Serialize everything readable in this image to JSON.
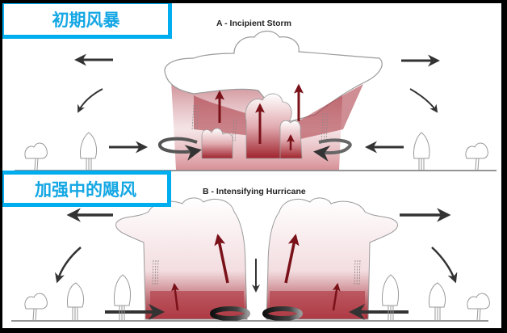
{
  "labels": {
    "panel_a_tag": "初期风暴",
    "panel_b_tag": "加强中的飓风",
    "panel_a_title": "A - Incipient Storm",
    "panel_b_title": "B - Intensifying Hurricane"
  },
  "colors": {
    "tag_border": "#00aeef",
    "tag_text": "#14a7e4",
    "storm_red": "#8b1a1f",
    "arrow_dark": "#333333",
    "outline_gray": "#9a9a9a"
  },
  "diagram": {
    "panels": [
      {
        "id": "A",
        "name": "Incipient Storm",
        "elements": [
          "anvil-cloud",
          "updraft-arrows",
          "rain-streaks",
          "rotating-inflow",
          "outflow-arrows",
          "trees",
          "ground-line"
        ]
      },
      {
        "id": "B",
        "name": "Intensifying Hurricane",
        "elements": [
          "eyewall-clouds",
          "updraft-arrows",
          "eye-subsidence-arrow",
          "rotating-inflow",
          "outflow-arrows",
          "trees",
          "ground-line"
        ]
      }
    ]
  }
}
